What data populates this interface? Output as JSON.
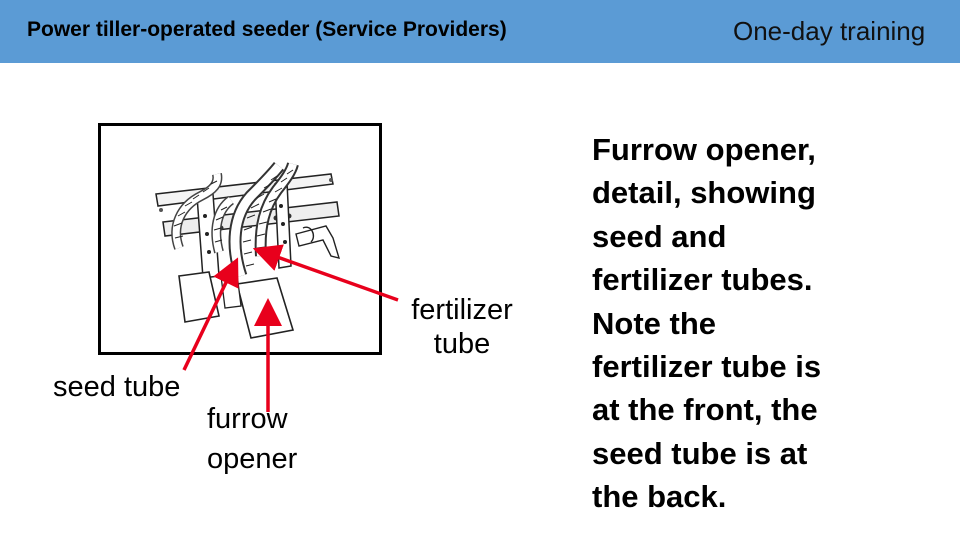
{
  "header": {
    "title": "Power tiller-operated seeder (Service Providers)",
    "subtitle": "One-day training",
    "background": "#5b9bd5"
  },
  "figure": {
    "icon": "seeder-furrow-opener-illustration",
    "labels": {
      "fertilizer_tube_line1": "fertilizer",
      "fertilizer_tube_line2": "tube",
      "seed_tube": "seed tube",
      "furrow_opener_line1": "furrow",
      "furrow_opener_line2": "opener"
    },
    "arrow_color": "#e8001c"
  },
  "description": {
    "lines": [
      "Furrow opener,",
      "detail, showing",
      "seed and",
      "fertilizer tubes.",
      "Note the",
      "fertilizer tube is",
      "at the front, the",
      "seed tube is at",
      "the back."
    ]
  }
}
